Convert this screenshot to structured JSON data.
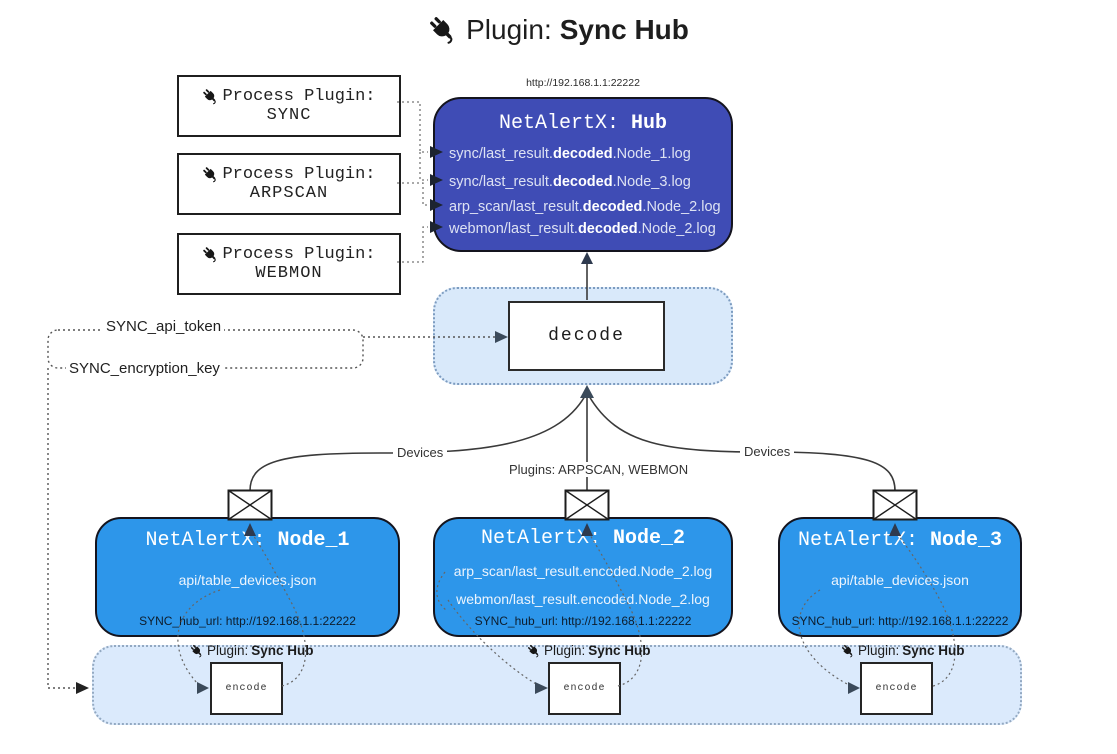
{
  "title": {
    "prefix": "Plugin:",
    "name": "Sync Hub"
  },
  "colors": {
    "hub_fill": "#3f4cb5",
    "node_fill": "#2d96ea",
    "panel_fill": "#dbeafc",
    "line": "#3a3a3a"
  },
  "process_plugins": {
    "label": "Process Plugin:",
    "items": [
      {
        "name": "SYNC"
      },
      {
        "name": "ARPSCAN"
      },
      {
        "name": "WEBMON"
      }
    ]
  },
  "hub": {
    "url": "http://192.168.1.1:22222",
    "title_prefix": "NetAlertX: ",
    "title_name": "Hub",
    "logs": [
      {
        "pre": "sync/last_result.",
        "bold": "decoded",
        "post": ".Node_1.log"
      },
      {
        "pre": "sync/last_result.",
        "bold": "decoded",
        "post": ".Node_3.log"
      },
      {
        "pre": "arp_scan/last_result.",
        "bold": "decoded",
        "post": ".Node_2.log"
      },
      {
        "pre": "webmon/last_result.",
        "bold": "decoded",
        "post": ".Node_2.log"
      }
    ]
  },
  "decode_box": {
    "label": "decode"
  },
  "config": {
    "api_token": "SYNC_api_token",
    "encryption_key": "SYNC_encryption_key"
  },
  "edges": {
    "devices_left": "Devices",
    "plugins_center": "Plugins: ARPSCAN, WEBMON",
    "devices_right": "Devices"
  },
  "nodes": [
    {
      "title_prefix": "NetAlertX: ",
      "title_name": "Node_1",
      "files": [
        "api/table_devices.json"
      ],
      "hub_url": "SYNC_hub_url: http://192.168.1.1:22222"
    },
    {
      "title_prefix": "NetAlertX: ",
      "title_name": "Node_2",
      "files": [
        "arp_scan/last_result.encoded.Node_2.log",
        "webmon/last_result.encoded.Node_2.log"
      ],
      "hub_url": "SYNC_hub_url: http://192.168.1.1:22222"
    },
    {
      "title_prefix": "NetAlertX: ",
      "title_name": "Node_3",
      "files": [
        "api/table_devices.json"
      ],
      "hub_url": "SYNC_hub_url: http://192.168.1.1:22222"
    }
  ],
  "encode_panel": {
    "plugin_prefix": "Plugin:",
    "plugin_name": "Sync Hub",
    "box_label": "encode"
  }
}
